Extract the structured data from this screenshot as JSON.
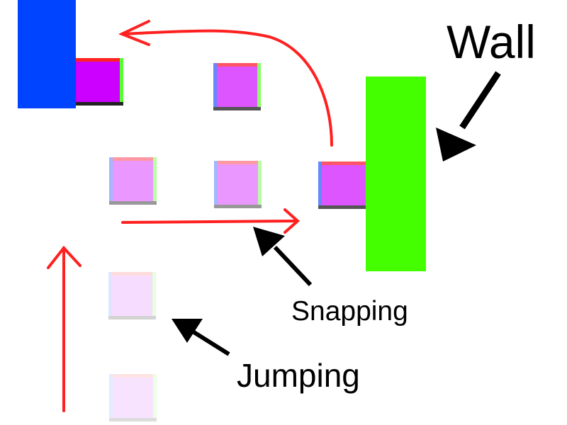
{
  "labels": {
    "wall": "Wall",
    "snapping": "Snapping",
    "jumping": "Jumping"
  },
  "colors": {
    "background": "#ffffff",
    "player_block": "#0044ff",
    "wall": "#44ff00",
    "path_arrow": "#ff2020",
    "pointer_arrow": "#000000",
    "tile_fill_current": "#cc00ff",
    "tile_fill_ghost": "#dd55ff",
    "tile_fill_faded": "#ee99ff",
    "tile_fill_faint": "#f1d2fc",
    "bevel_top": "#ff4444",
    "bevel_right": "#88ff66",
    "bevel_left": "#6688ff",
    "bevel_bottom": "#444444"
  },
  "tile_trail": [
    {
      "state": "current",
      "opacity": 1.0
    },
    {
      "state": "ghost",
      "opacity": 0.95
    },
    {
      "state": "faded",
      "opacity": 0.6
    },
    {
      "state": "faded",
      "opacity": 0.6
    },
    {
      "state": "ghost",
      "opacity": 0.95
    },
    {
      "state": "faint",
      "opacity": 0.25
    },
    {
      "state": "faint",
      "opacity": 0.2
    }
  ]
}
